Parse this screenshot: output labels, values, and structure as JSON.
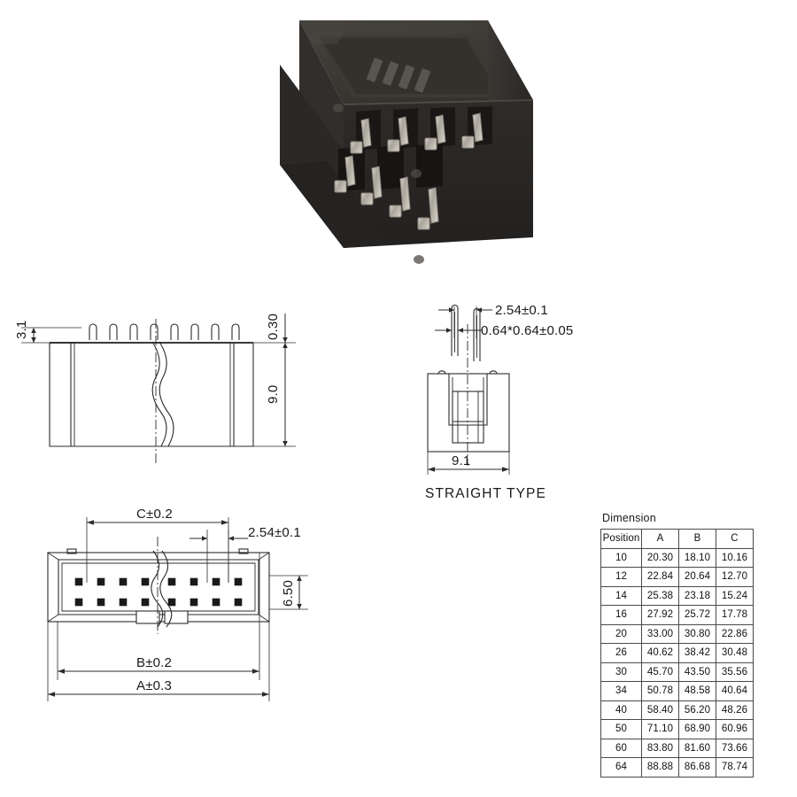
{
  "product_photo": {
    "alt": "black idc box header connector, 16 position, straight type",
    "body_color": "#3a3734",
    "pin_color": "#b9b4ab"
  },
  "front_view": {
    "name": "front elevation view",
    "dimensions": {
      "pin_tip_height": "3.1",
      "pin_protrusion": "0.30",
      "body_height": "9.0"
    },
    "pin_count_shown": 8
  },
  "side_view": {
    "name": "side end view",
    "caption": "STRAIGHT  TYPE",
    "dimensions": {
      "pitch": "2.54±0.1",
      "pin_section": "0.64*0.64±0.05",
      "body_width": "9.1"
    }
  },
  "plan_view": {
    "name": "bottom plan view",
    "dimensions": {
      "c": "C±0.2",
      "pitch": "2.54±0.1",
      "row_spacing": "6.50",
      "b": "B±0.2",
      "a": "A±0.3"
    },
    "pins_per_row_shown": 8,
    "rows": 2
  },
  "dimension_table": {
    "title": "Dimension",
    "columns": [
      "Position",
      "A",
      "B",
      "C"
    ],
    "rows": [
      {
        "position": "10",
        "a": "20.30",
        "b": "18.10",
        "c": "10.16"
      },
      {
        "position": "12",
        "a": "22.84",
        "b": "20.64",
        "c": "12.70"
      },
      {
        "position": "14",
        "a": "25.38",
        "b": "23.18",
        "c": "15.24"
      },
      {
        "position": "16",
        "a": "27.92",
        "b": "25.72",
        "c": "17.78"
      },
      {
        "position": "20",
        "a": "33.00",
        "b": "30.80",
        "c": "22.86"
      },
      {
        "position": "26",
        "a": "40.62",
        "b": "38.42",
        "c": "30.48"
      },
      {
        "position": "30",
        "a": "45.70",
        "b": "43.50",
        "c": "35.56"
      },
      {
        "position": "34",
        "a": "50.78",
        "b": "48.58",
        "c": "40.64"
      },
      {
        "position": "40",
        "a": "58.40",
        "b": "56.20",
        "c": "48.26"
      },
      {
        "position": "50",
        "a": "71.10",
        "b": "68.90",
        "c": "60.96"
      },
      {
        "position": "60",
        "a": "83.80",
        "b": "81.60",
        "c": "73.66"
      },
      {
        "position": "64",
        "a": "88.88",
        "b": "86.68",
        "c": "78.74"
      }
    ]
  }
}
